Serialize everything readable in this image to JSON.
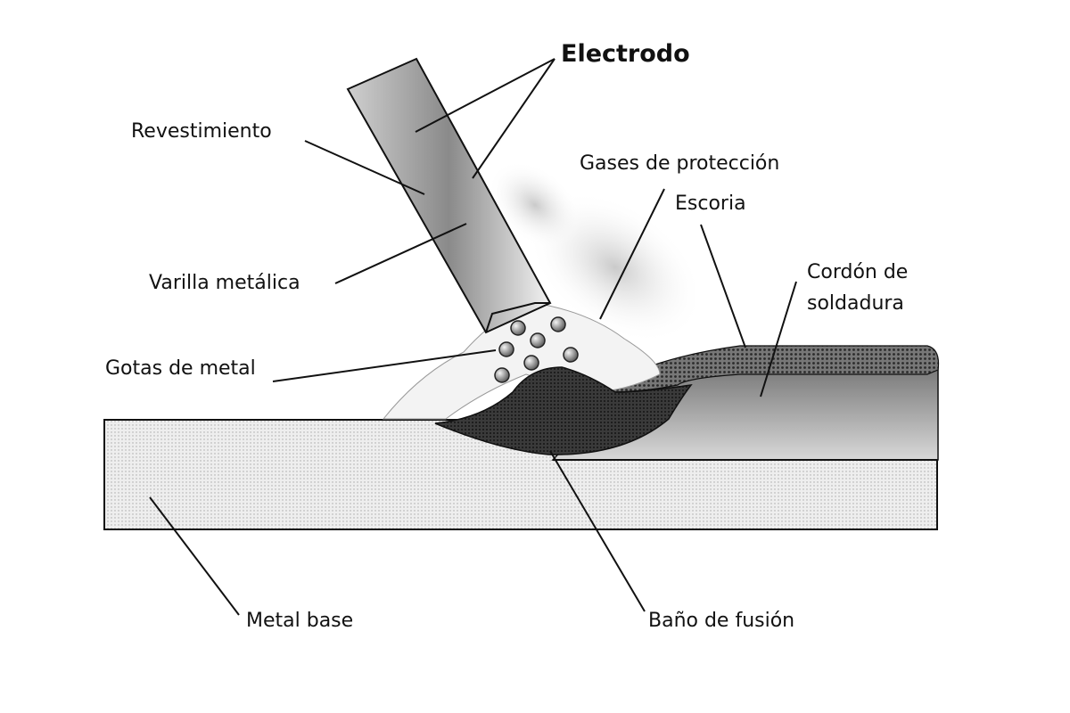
{
  "labels": {
    "electrode": "Electrodo",
    "coating": "Revestimiento",
    "gases": "Gases de protección",
    "slag": "Escoria",
    "bead_line1": "Cordón de",
    "bead_line2": "soldadura",
    "rod": "Varilla metálica",
    "droplets": "Gotas de metal",
    "base_metal": "Metal base",
    "weld_pool": "Baño de fusión"
  },
  "colors": {
    "ink": "#111111",
    "pool": "#2a2a2a",
    "bead": "#6e6e6e",
    "base": "#e6e6e6"
  }
}
